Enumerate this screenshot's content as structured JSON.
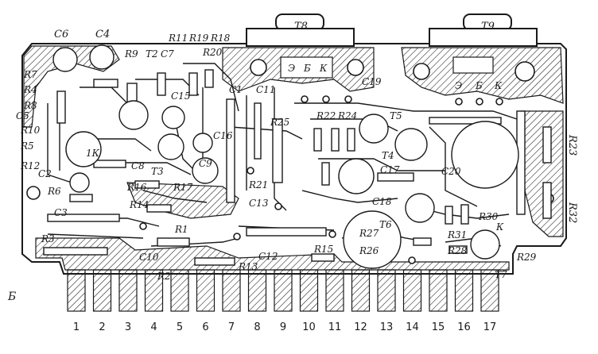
{
  "side_label": "Б",
  "transistors": [
    {
      "id": "t1",
      "label": "1К",
      "pins": []
    },
    {
      "id": "t2",
      "label": "T2",
      "pins": []
    },
    {
      "id": "t3",
      "label": "T3",
      "pins": []
    },
    {
      "id": "t4",
      "label": "T4",
      "pins": []
    },
    {
      "id": "t5",
      "label": "T5",
      "pins": []
    },
    {
      "id": "t6",
      "label": "T6",
      "pins": []
    },
    {
      "id": "t7",
      "label": "T7",
      "pins": []
    },
    {
      "id": "t8",
      "label": "T8",
      "pins": [
        "Э",
        "Б",
        "К"
      ]
    },
    {
      "id": "t9",
      "label": "T9",
      "pins": [
        "Э",
        "Б",
        "К"
      ]
    }
  ],
  "labels": {
    "C6": "C6",
    "C4": "C4",
    "R9": "R9",
    "T2": "T2",
    "C7": "C7",
    "R11": "R11",
    "R19": "R19",
    "R18": "R18",
    "R20": "R20",
    "R7": "R7",
    "R4": "R4",
    "R8": "R8",
    "C5": "C5",
    "R10": "R10",
    "R5": "R5",
    "R12": "R12",
    "C2": "C2",
    "R6": "R6",
    "C8": "C8",
    "C15": "C15",
    "C16": "C16",
    "T3": "T3",
    "R17": "R17",
    "R16": "R16",
    "R14": "R14",
    "C9": "C9",
    "C1": "C1",
    "C11": "C11",
    "R25": "R25",
    "R22": "R22",
    "R24": "R24",
    "C19": "C19",
    "T5": "T5",
    "T4": "T4",
    "C17": "C17",
    "R21": "R21",
    "C13": "C13",
    "C18": "C18",
    "C20": "C20",
    "R23": "R23",
    "R32": "R32",
    "C3": "C3",
    "R3": "R3",
    "R1": "R1",
    "C10": "C10",
    "R2": "R2",
    "R13": "R13",
    "C12": "C12",
    "R15": "R15",
    "R27": "R27",
    "T6": "T6",
    "R26": "R26",
    "R31": "R31",
    "R28": "R28",
    "R30": "R30",
    "R29": "R29",
    "T7": "T7",
    "K1": "К"
  },
  "connector_pins": [
    "1",
    "2",
    "3",
    "4",
    "5",
    "6",
    "7",
    "8",
    "9",
    "10",
    "11",
    "12",
    "13",
    "14",
    "15",
    "16",
    "17"
  ]
}
